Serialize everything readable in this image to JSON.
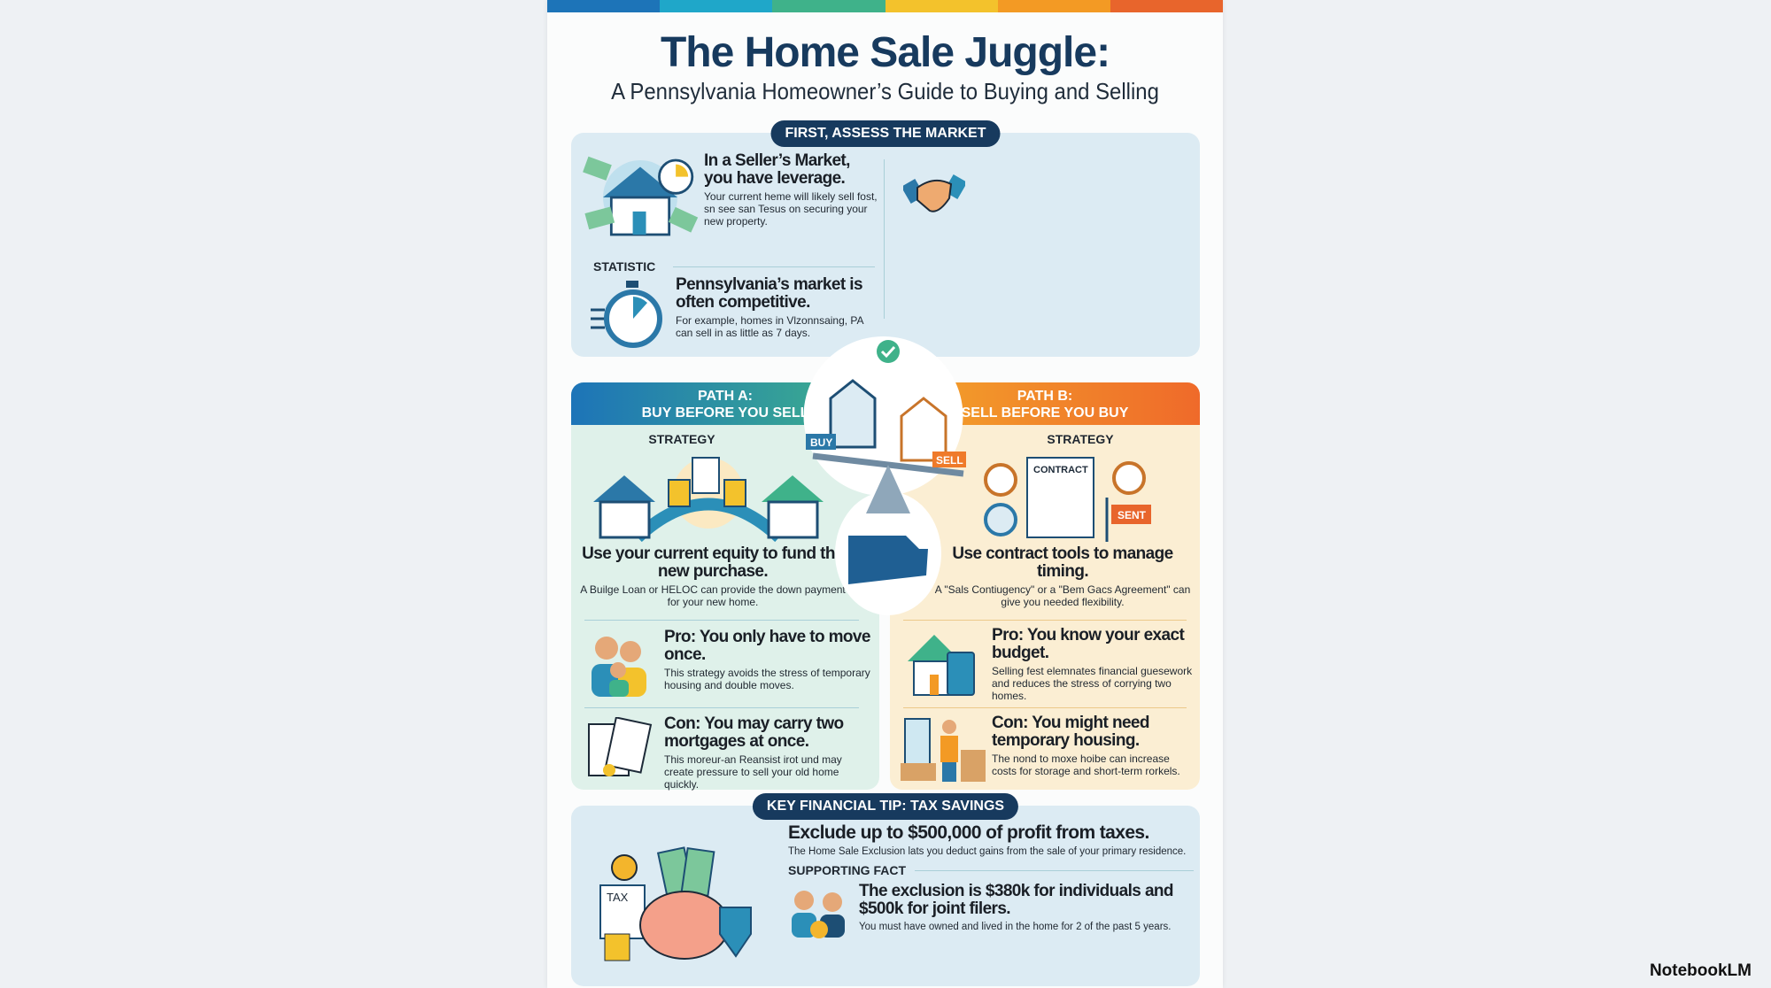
{
  "colors": {
    "navy": "#173a5e",
    "path_a": "#2b8fb8",
    "path_b": "#ef7a2a",
    "market_bg": "#dcebf3",
    "path_a_bg": "#dff1ea",
    "path_b_bg": "#fbeed3"
  },
  "header": {
    "title": "The Home Sale Juggle:",
    "subtitle": "A Pennsylvania Homeowner’s Guide to Buying and Selling"
  },
  "market": {
    "pill": "FIRST, ASSESS THE MARKET",
    "leverage": {
      "heading": "In a Seller’s Market, you have leverage.",
      "body": "Your current heme will likely sell fost, sn see san Tesus on securing your new property."
    },
    "stat_label": "STATISTIC",
    "stat": {
      "heading": "Pennsylvania’s market is often competitive.",
      "body": "For example, homes in Vlzonnsaing, PA can sell in as little as 7 days."
    }
  },
  "center": {
    "buy_tag": "BUY",
    "sell_tag": "SELL"
  },
  "path_a": {
    "title_1": "PATH A:",
    "title_2": "BUY BEFORE YOU SELL",
    "strategy_label": "STRATEGY",
    "strategy_heading": "Use your current equity to fund the new purchase.",
    "strategy_body": "A Builge Loan or HELOC can provide the down payment for your new home.",
    "pro_heading": "Pro: You only have to move once.",
    "pro_body": "This strategy avoids the stress of temporary housing and double moves.",
    "con_heading": "Con: You may carry two mortgages at once.",
    "con_body": "This moreur-an Reansist irot und may create pressure to sell your old home quickly."
  },
  "path_b": {
    "title_1": "PATH B:",
    "title_2": "SELL BEFORE YOU BUY",
    "strategy_label": "STRATEGY",
    "contract_label": "CONTRACT",
    "sign_label": "SENT",
    "strategy_heading": "Use contract tools to manage timing.",
    "strategy_body": "A \"Sals Contiugency\" or a \"Bem Gacs Agreement\" can give you needed flexibility.",
    "pro_heading": "Pro: You know your exact budget.",
    "pro_body": "Selling fest elemnates financial guesework and reduces the stress of corrying two homes.",
    "con_heading": "Con: You might need temporary housing.",
    "con_body": "The nond to moxe hoibe can increase costs for storage and short-term rorkels."
  },
  "tax": {
    "pill": "KEY FINANCIAL TIP: TAX SAVINGS",
    "tax_label": "TAX",
    "heading": "Exclude up to $500,000 of profit from taxes.",
    "body": "The Home Sale Exclusion lats you deduct gains from the sale of your primary residence.",
    "fact_label": "SUPPORTING FACT",
    "fact_heading": "The exclusion is $380k for individuals and $500k for joint filers.",
    "fact_body": "You must have owned and lived in the home for 2 of the past 5 years."
  },
  "watermark": "NotebookLM"
}
